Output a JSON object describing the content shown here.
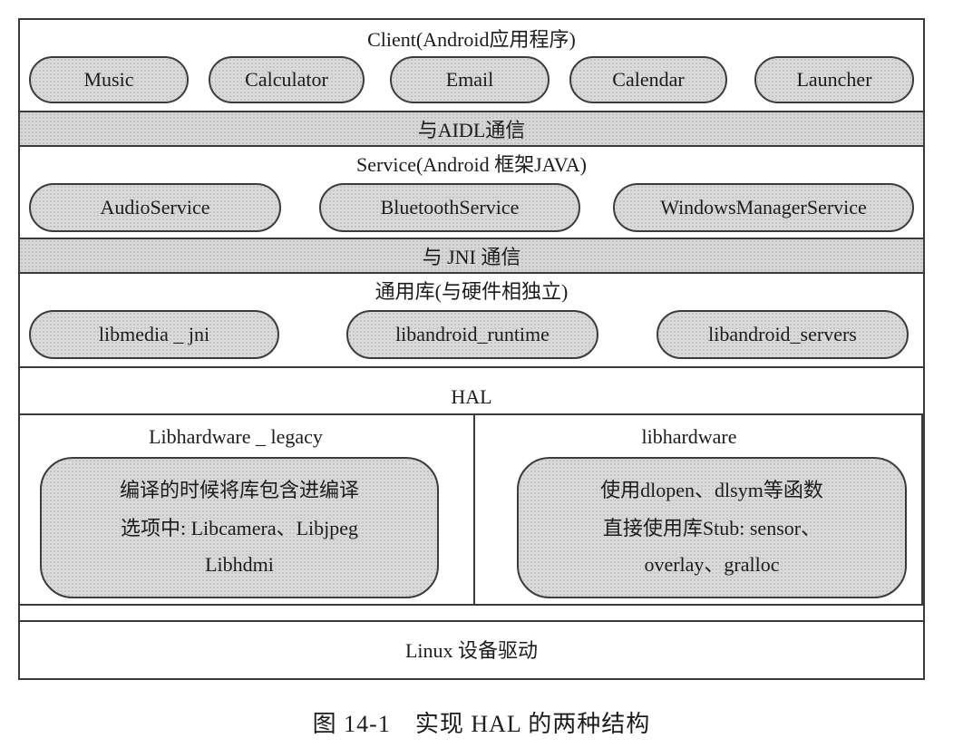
{
  "client": {
    "title": "Client(Android应用程序)",
    "apps": [
      "Music",
      "Calculator",
      "Email",
      "Calendar",
      "Launcher"
    ]
  },
  "aidl_band": "与AIDL通信",
  "service": {
    "title": "Service(Android 框架JAVA)",
    "items": [
      "AudioService",
      "BluetoothService",
      "WindowsManagerService"
    ]
  },
  "jni_band": "与 JNI 通信",
  "common_lib": {
    "title": "通用库(与硬件相独立)",
    "items": [
      "libmedia _ jni",
      "libandroid_runtime",
      "libandroid_servers"
    ]
  },
  "hal": {
    "title": "HAL",
    "legacy": {
      "title": "Libhardware _ legacy",
      "lines": [
        "编译的时候将库包含进编译",
        "选项中: Libcamera、Libjpeg",
        "Libhdmi"
      ]
    },
    "modern": {
      "title": "libhardware",
      "lines": [
        "使用dlopen、dlsym等函数",
        "直接使用库Stub: sensor、",
        "overlay、gralloc"
      ]
    }
  },
  "linux": "Linux 设备驱动",
  "caption": "图 14-1　实现 HAL 的两种结构",
  "colors": {
    "border": "#3a3a3a",
    "pill_fill": "#d9d9d9",
    "band_fill": "#d6d6d6"
  }
}
